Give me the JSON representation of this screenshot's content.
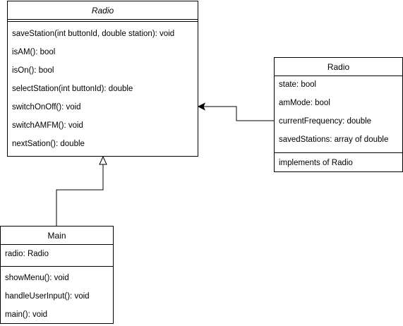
{
  "interface_class": {
    "name": "Radio",
    "methods": [
      "saveStation(int buttonId, double station): void",
      "isAM(): bool",
      "isOn(): bool",
      "selectStation(int buttonId): double",
      "switchOnOff(): void",
      "switchAMFM(): void",
      "nextSation(): double"
    ]
  },
  "radio_class": {
    "name": "Radio",
    "attributes": [
      "state: bool",
      "amMode: bool",
      "currentFrequency: double",
      "savedStations: array of double"
    ],
    "methods": [
      "implements of Radio"
    ]
  },
  "main_class": {
    "name": "Main",
    "attributes": [
      "radio: Radio"
    ],
    "methods": [
      "showMenu(): void",
      "handleUserInput(): void",
      "main(): void"
    ]
  },
  "colors": {
    "stroke": "#000000",
    "fill": "#ffffff"
  }
}
